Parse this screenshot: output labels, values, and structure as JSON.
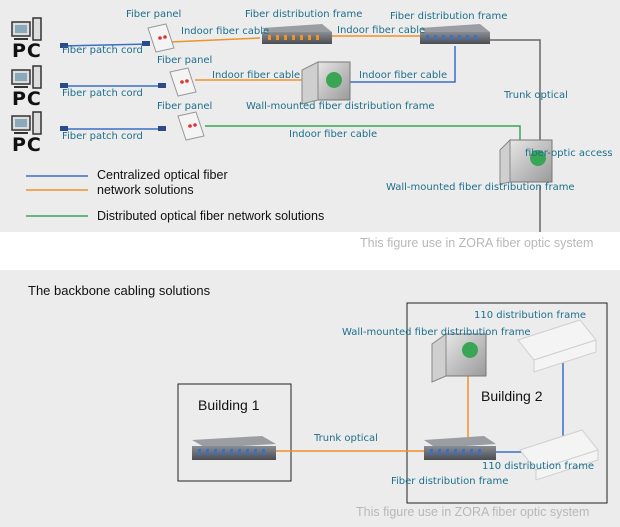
{
  "top": {
    "pc_label": "PC",
    "labels": {
      "fiber_panel": "Fiber panel",
      "fiber_distribution_frame": "Fiber distribution frame",
      "indoor_fiber_cable": "Indoor fiber cable",
      "fiber_patch_cord": "Fiber patch cord",
      "wall_mounted_fdf": "Wall-mounted fiber distribution frame",
      "trunk_optical": "Trunk optical",
      "fiber_optic_access": "fiber-optic access"
    },
    "legend": {
      "centralized_line1": "Centralized optical fiber",
      "centralized_line2": "network solutions",
      "distributed": "Distributed optical fiber network solutions"
    },
    "caption": "This figure use in  ZORA fiber optic system"
  },
  "bottom": {
    "title": "The backbone cabling solutions",
    "building1": "Building 1",
    "building2": "Building 2",
    "labels": {
      "trunk_optical": "Trunk optical",
      "fiber_distribution_frame": "Fiber distribution frame",
      "wall_mounted_fdf": "Wall-mounted fiber distribution frame",
      "distribution_frame_110": "110 distribution frame"
    },
    "caption": "This figure use in  ZORA fiber optic system"
  },
  "colors": {
    "orange": "#f0922b",
    "blue": "#3a6fc4",
    "green": "#3aa655",
    "gray": "#555555",
    "label": "#1d6f8c"
  }
}
